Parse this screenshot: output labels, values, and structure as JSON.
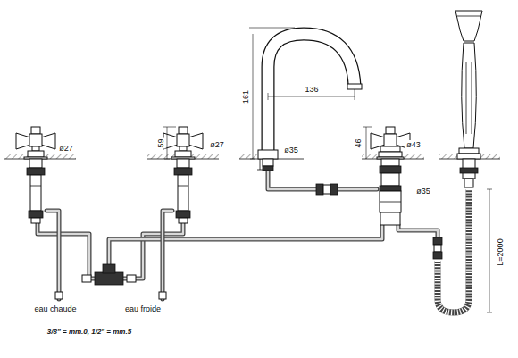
{
  "diagram": {
    "labels": [
      "ø27",
      "59",
      "ø27",
      "161",
      "136",
      "ø35",
      "46",
      "ø43",
      "ø35",
      "L=2000",
      "eau chaude",
      "eau froide",
      "3/8\" = mm.0, 1/2\" = mm.5"
    ]
  }
}
